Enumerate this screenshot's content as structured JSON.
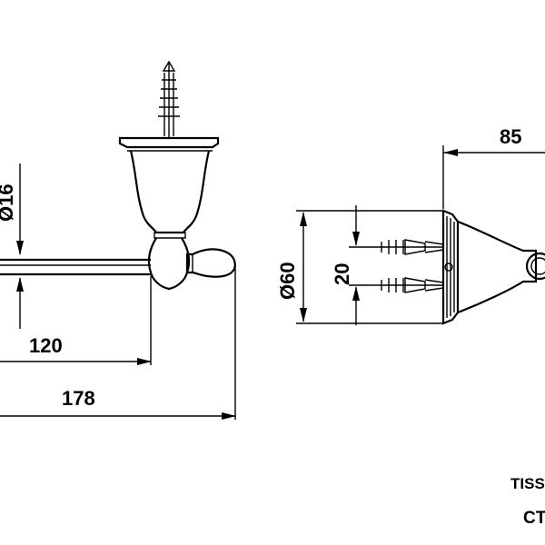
{
  "dimensions": {
    "diameter_bar": "Ø16",
    "length_inner": "120",
    "length_total": "178",
    "depth": "85",
    "screw_spacing": "20",
    "diameter_base": "Ø60"
  },
  "caption": {
    "line1": "TISSU",
    "line2": "CT"
  }
}
